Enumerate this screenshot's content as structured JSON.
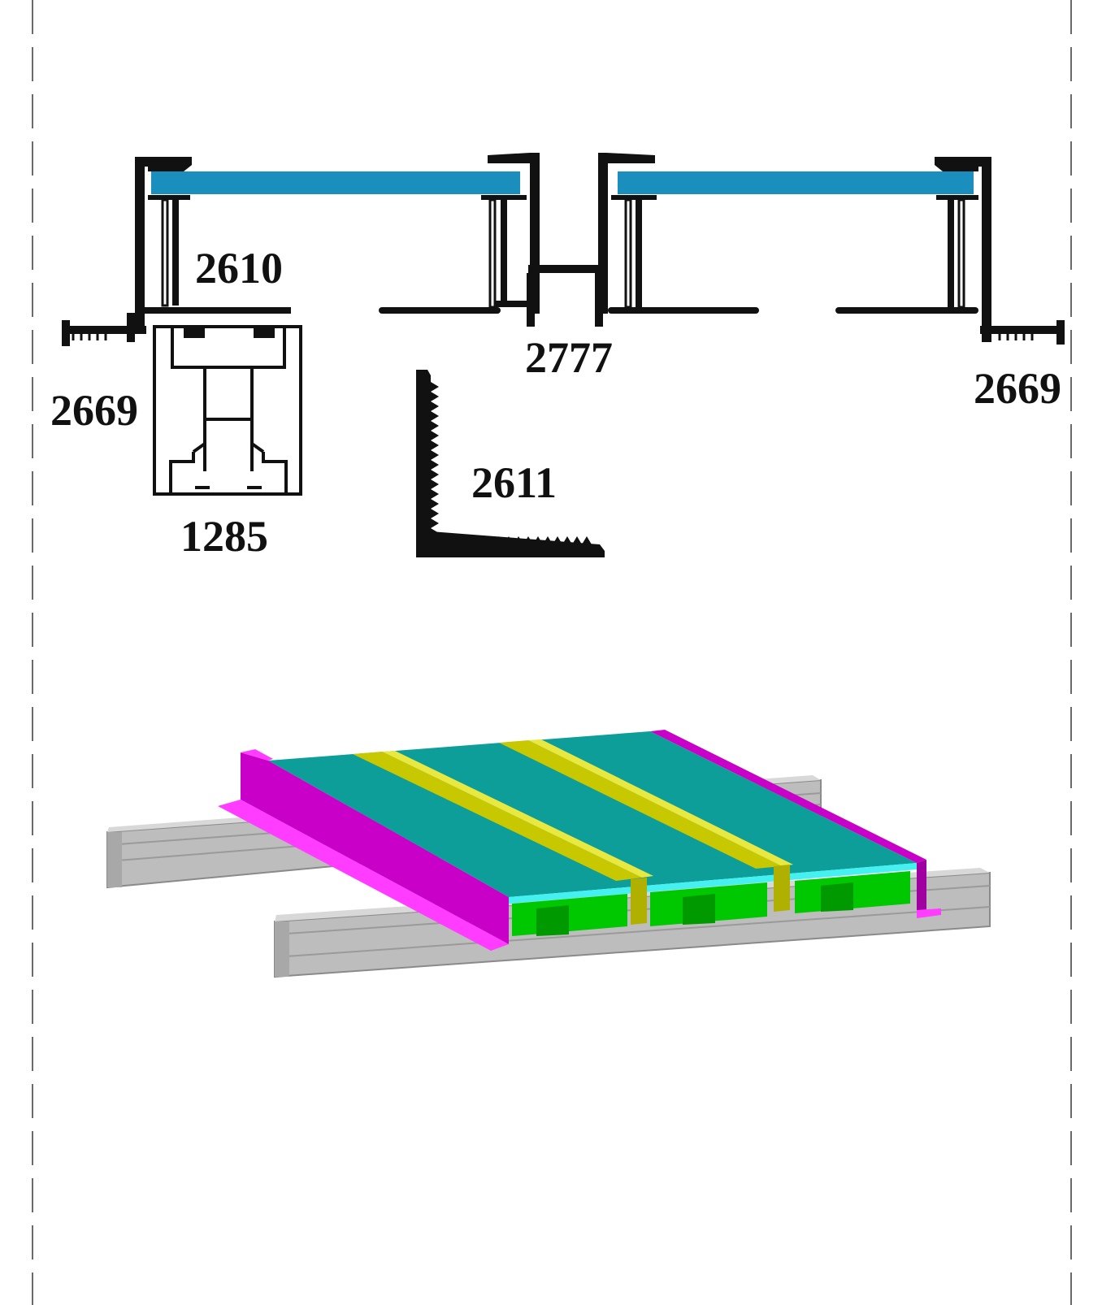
{
  "labels": {
    "part_2610": "2610",
    "part_2777": "2777",
    "part_2669_left": "2669",
    "part_2669_right": "2669",
    "part_1285": "1285",
    "part_2611": "2611"
  },
  "colors": {
    "outline": "#111111",
    "glazing": "#1a8fbe",
    "glazing_3d": "#0d9e9a",
    "glazing_3d_edge": "#45f0f0",
    "side_profile": "#c800c8",
    "side_profile_light": "#ff3cff",
    "joint_profile": "#c8c800",
    "joint_profile_light": "#e8e840",
    "inner_rib": "#00c800",
    "inner_rib_dark": "#009a00",
    "rail": "#bdbdbd",
    "rail_dark": "#9a9a9a",
    "rail_light": "#d8d8d8",
    "border": "#6a6a6a"
  },
  "icons": {
    "page": "technical-drawing-sheet"
  }
}
